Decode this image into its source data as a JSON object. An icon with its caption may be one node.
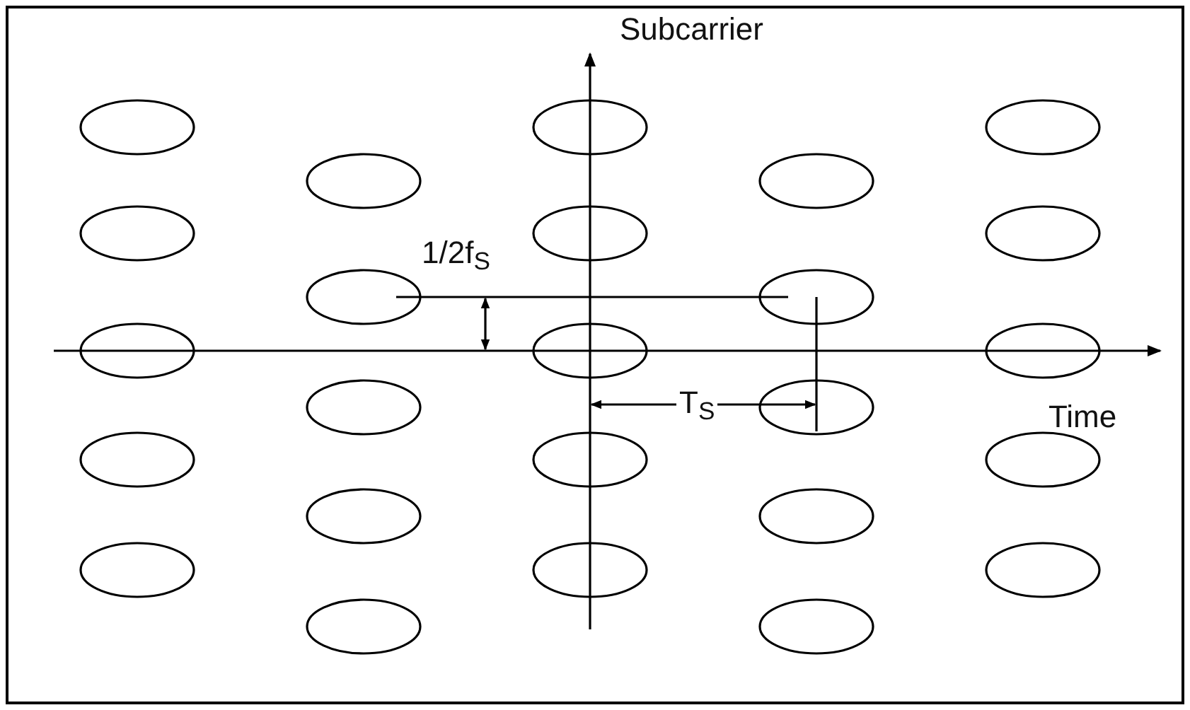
{
  "diagram": {
    "labels": [
      "Subcarrier",
      "1/2f$_{S}$",
      "T$_{S}$",
      "Time"
    ]
  }
}
